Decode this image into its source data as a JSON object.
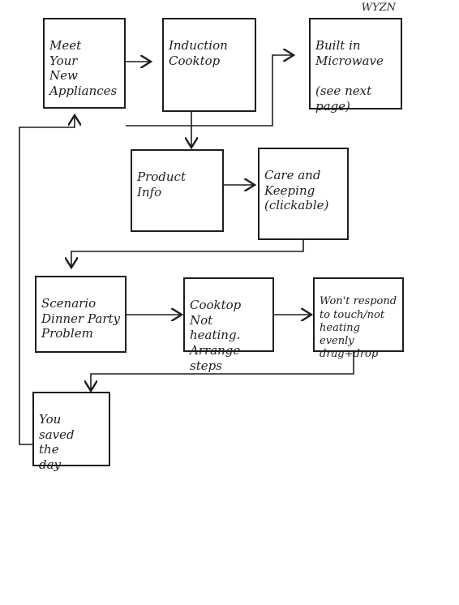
{
  "header": {
    "tag": "WYZN"
  },
  "boxes": {
    "meet": "Meet\nYour\nNew\nAppliances",
    "induction": "Induction\nCooktop",
    "microwave": "Built in\nMicrowave\n\n(see next\npage)",
    "product_info": "Product\nInfo",
    "care": "Care and\nKeeping\n(clickable)",
    "scenario": "Scenario\nDinner Party\nProblem",
    "not_heating": "Cooktop Not\nheating.\nArrange\nsteps",
    "wont_respond": "Won't respond\nto touch/not\nheating evenly\ndrag+drop",
    "saved": "You\nsaved\nthe\nday"
  }
}
